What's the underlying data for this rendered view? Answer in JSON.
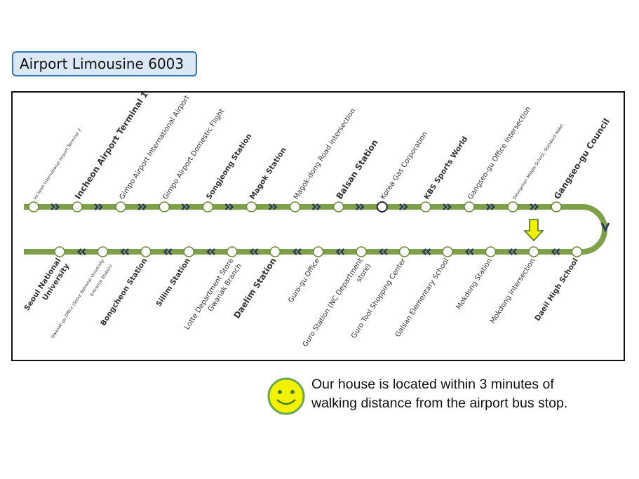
{
  "title": "Airport Limousine 6003",
  "colors": {
    "line": "#7ea04a",
    "arrow": "#2f3a5e",
    "highlight": "#f2f200",
    "title_bg": "#dbe7f5",
    "title_border": "#2e75b6"
  },
  "top_stations": [
    {
      "name": "Incheon International Airport Terminal 2",
      "emphasis": "small"
    },
    {
      "name": "Incheon Airport Terminal 1",
      "emphasis": "big"
    },
    {
      "name": "Gimpo Airport International Airport",
      "emphasis": "normal"
    },
    {
      "name": "Gimpo Airport Domestic Flight",
      "emphasis": "normal"
    },
    {
      "name": "Songjeong Station",
      "emphasis": "bold"
    },
    {
      "name": "Magok Station",
      "emphasis": "bold"
    },
    {
      "name": "Magok-dong Road intersection",
      "emphasis": "normal"
    },
    {
      "name": "Balsan Station",
      "emphasis": "big"
    },
    {
      "name": "Korea Gas Corporation",
      "emphasis": "normal",
      "marker": "dark"
    },
    {
      "name": "KBS Sports World",
      "emphasis": "bold"
    },
    {
      "name": "Gangseo-gu Office Intersection",
      "emphasis": "normal"
    },
    {
      "name": "Deungchon Middle School, Standard Hotel",
      "emphasis": "small"
    },
    {
      "name": "Gangseo-gu Council",
      "emphasis": "big"
    }
  ],
  "bottom_stations": [
    {
      "name": "Seoul National",
      "name2": "University",
      "emphasis": "bold"
    },
    {
      "name": "Gwanak-gu Office (Seoul National University",
      "name2": "Entrance Station)",
      "emphasis": "small"
    },
    {
      "name": "Bongcheon Station",
      "emphasis": "bold"
    },
    {
      "name": "Sillim Station",
      "emphasis": "bold"
    },
    {
      "name": "Lotte Department Store",
      "name2": "Gwanak Branch",
      "emphasis": "normal"
    },
    {
      "name": "Daelim Station",
      "emphasis": "big"
    },
    {
      "name": "Guro-gu Office",
      "emphasis": "normal"
    },
    {
      "name": "Guro Station (NC Department",
      "name2": "store)",
      "emphasis": "normal"
    },
    {
      "name": "Guro Tool Shopping Center",
      "emphasis": "normal"
    },
    {
      "name": "Galsan Elementary School",
      "emphasis": "normal"
    },
    {
      "name": "Mokdong Station",
      "emphasis": "normal"
    },
    {
      "name": "Mokdong Intersection",
      "emphasis": "normal",
      "highlight": true
    },
    {
      "name": "Daeil High School",
      "emphasis": "bold"
    }
  ],
  "note": {
    "line1": "Our house is located within 3 minutes of",
    "line2": "walking distance from the airport bus stop."
  }
}
